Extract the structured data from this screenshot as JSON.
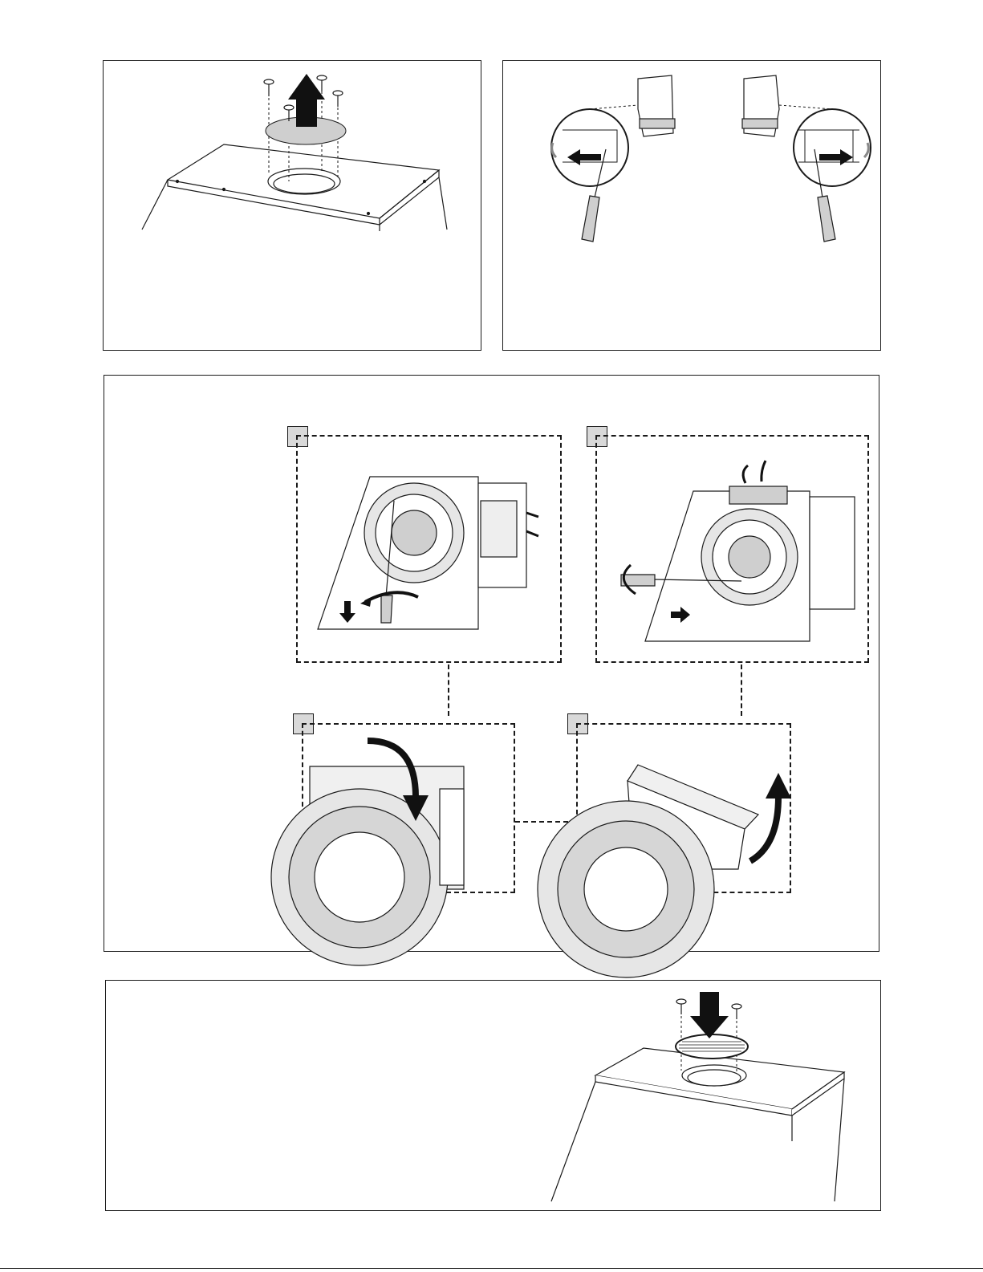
{
  "page": {
    "accent_fill": "#cfcfcf",
    "line_color": "#1a1a1a",
    "arrow_color": "#111111"
  },
  "panels": [
    {
      "id": "remove-cover",
      "icons": [
        "screw-icon",
        "up-arrow-icon",
        "cover-plate-icon",
        "hood-top-icon"
      ]
    },
    {
      "id": "release-clips",
      "icons": [
        "magnifier-icon",
        "screwdriver-icon",
        "left-arrow-icon",
        "right-arrow-icon"
      ]
    },
    {
      "id": "fan-removal",
      "substeps": 4,
      "icons": [
        "fan-motor-icon",
        "screwdriver-icon",
        "rotate-arrow-icon"
      ]
    },
    {
      "id": "install-grille",
      "icons": [
        "screw-icon",
        "down-arrow-icon",
        "grille-icon",
        "hood-body-icon"
      ]
    }
  ]
}
